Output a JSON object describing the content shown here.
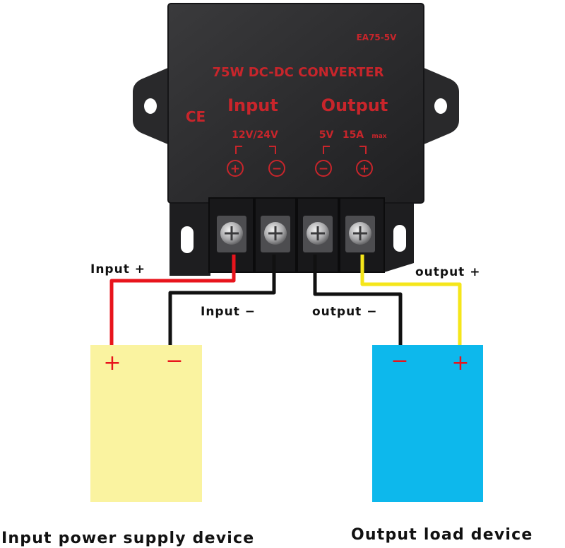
{
  "converter": {
    "model": "EA75-5V",
    "title": "75W DC-DC CONVERTER",
    "ce_mark": "CE",
    "input_label": "Input",
    "output_label": "Output",
    "input_voltage": "12V/24V",
    "output_voltage": "5V",
    "output_current": "15A",
    "output_current_suffix": "max",
    "symbols": [
      "+",
      "−",
      "−",
      "+"
    ]
  },
  "wires": {
    "input_plus": "Input +",
    "input_minus": "Input −",
    "output_minus": "output −",
    "output_plus": "output +"
  },
  "devices": {
    "input_plus_sign": "+",
    "input_minus_sign": "−",
    "output_minus_sign": "−",
    "output_plus_sign": "+",
    "input_caption": "Input power supply device",
    "output_caption": "Output load device"
  },
  "colors": {
    "housing": "#2b2b2d",
    "print": "#c8252b",
    "wire_positive_in": "#e8141c",
    "wire_negative": "#111111",
    "wire_positive_out": "#f5e61a",
    "input_device": "#faf3a0",
    "output_device": "#0db8ec"
  }
}
